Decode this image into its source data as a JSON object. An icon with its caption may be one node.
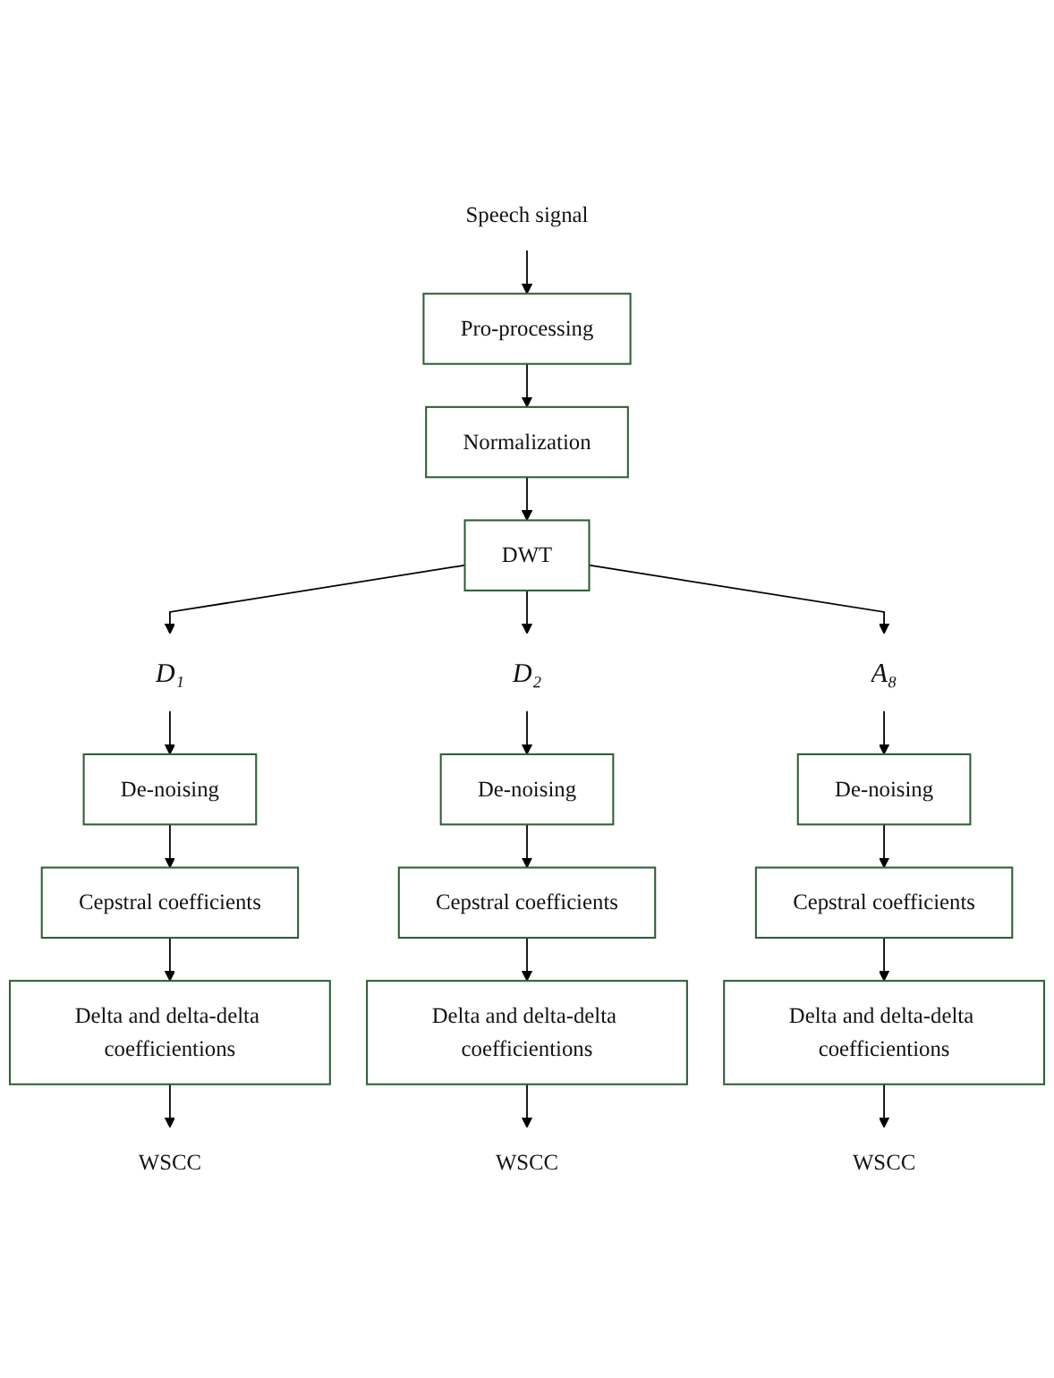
{
  "diagram": {
    "nodes": [
      {
        "text": [
          "Speech signal"
        ]
      },
      {
        "text": [
          "Pro-processing"
        ]
      },
      {
        "text": [
          "Normalization"
        ]
      },
      {
        "text": [
          "DWT"
        ]
      },
      {
        "text": [
          "D₁"
        ]
      },
      {
        "text": [
          "D₂"
        ]
      },
      {
        "text": [
          "A₈"
        ]
      },
      {
        "text": [
          "De-noising"
        ]
      },
      {
        "text": [
          "De-noising"
        ]
      },
      {
        "text": [
          "De-noising"
        ]
      },
      {
        "text": [
          "Cepstral coefficients"
        ]
      },
      {
        "text": [
          "Cepstral coefficients"
        ]
      },
      {
        "text": [
          "Cepstral coefficients"
        ]
      },
      {
        "text": [
          "Delta and delta-delta coefficientions"
        ]
      },
      {
        "text": [
          "Delta and delta-delta coefficientions"
        ]
      },
      {
        "text": [
          "Delta and delta-delta coefficientions"
        ]
      },
      {
        "text": [
          "WSCC"
        ]
      },
      {
        "text": [
          "WSCC"
        ]
      },
      {
        "text": [
          "WSCC"
        ]
      }
    ],
    "edges": [
      {
        "from": 0,
        "to": 1,
        "arrow": "to"
      },
      {
        "from": 1,
        "to": 2,
        "arrow": "to"
      },
      {
        "from": 2,
        "to": 3,
        "arrow": "to"
      },
      {
        "from": 3,
        "to": 4,
        "arrow": "to"
      },
      {
        "from": 3,
        "to": 5,
        "arrow": "to"
      },
      {
        "from": 3,
        "to": 6,
        "arrow": "to"
      },
      {
        "from": 4,
        "to": 7,
        "arrow": "to"
      },
      {
        "from": 7,
        "to": 10,
        "arrow": "to"
      },
      {
        "from": 10,
        "to": 13,
        "arrow": "to"
      },
      {
        "from": 13,
        "to": 16,
        "arrow": "to"
      },
      {
        "from": 5,
        "to": 8,
        "arrow": "to"
      },
      {
        "from": 8,
        "to": 11,
        "arrow": "to"
      },
      {
        "from": 11,
        "to": 14,
        "arrow": "to"
      },
      {
        "from": 14,
        "to": 17,
        "arrow": "to"
      },
      {
        "from": 6,
        "to": 9,
        "arrow": "to"
      },
      {
        "from": 9,
        "to": 12,
        "arrow": "to"
      },
      {
        "from": 12,
        "to": 15,
        "arrow": "to"
      },
      {
        "from": 15,
        "to": 18,
        "arrow": "to"
      }
    ]
  }
}
